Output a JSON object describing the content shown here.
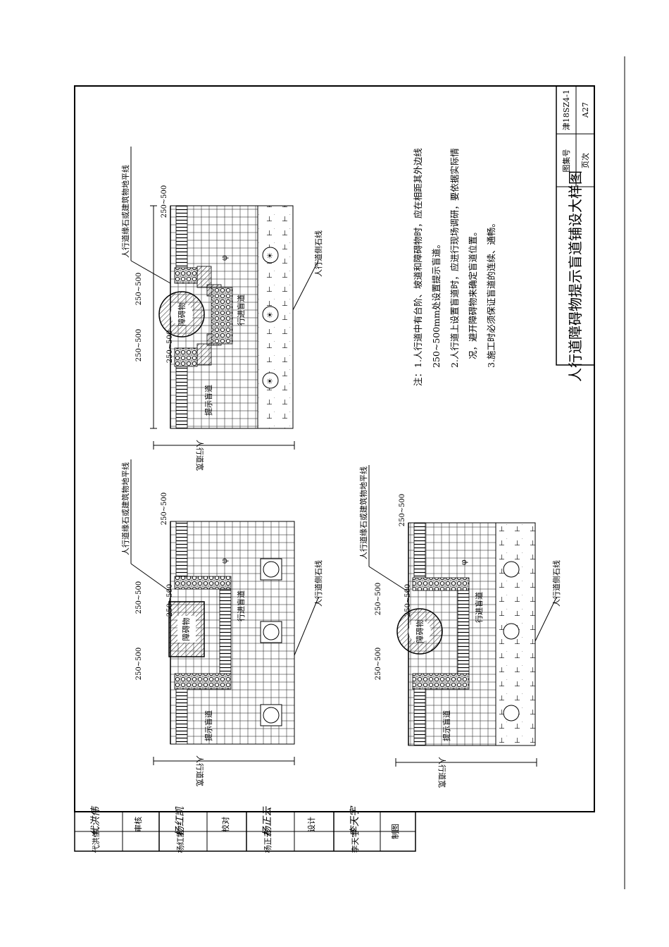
{
  "drawing": {
    "title": "人行道障碍物提示盲道铺设大样图",
    "atlas_label": "图集号",
    "atlas_no": "津18SZ4-1",
    "page_label": "页次",
    "page_no": "A27"
  },
  "notes": {
    "head": "注：",
    "line1": "1.人行道中有台阶、坡道和障碍物时，应在相距其外边线",
    "line1b": "250~500mm处设置提示盲道。",
    "line2": "2.人行道上设置盲道时，应进行现场调研，要依据实际情",
    "line2b": "况，避开障碍物来确定盲道位置。",
    "line3": "3.施工时必须保证盲道的连续、通畅。"
  },
  "labels": {
    "curb_edge": "人行道缘石或建筑物地平线",
    "side_curb": "人行道侧石线",
    "warning_tactile": "提示盲道",
    "guiding_tactile": "行进盲道",
    "obstacle": "障碍物",
    "sidewalk_width": "人行道宽",
    "dim": "250~500",
    "dim_b": "250~500",
    "phi": "φ"
  },
  "titleblock": {
    "roles": [
      "审核",
      "校对",
      "设计",
      "制图"
    ],
    "names": [
      "代洪伟",
      "杨红凯",
      "杨正云",
      "李天宇"
    ],
    "signatures": [
      "代洪伟",
      "杨红凯",
      "杨正云",
      "李天宇"
    ]
  }
}
